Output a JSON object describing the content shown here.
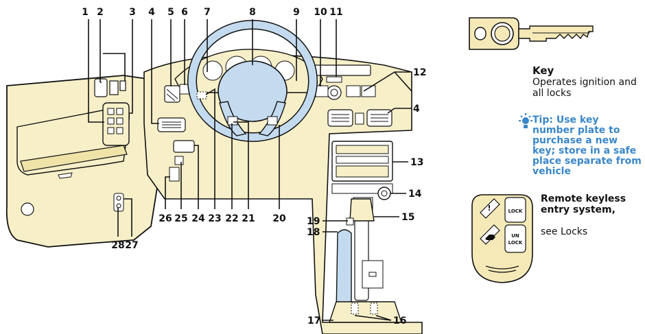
{
  "callouts": [
    "1",
    "2",
    "3",
    "4",
    "5",
    "6",
    "7",
    "8",
    "9",
    "10",
    "11",
    "12",
    "4",
    "13",
    "14",
    "15",
    "16",
    "17",
    "18",
    "19",
    "20",
    "21",
    "22",
    "23",
    "24",
    "25",
    "26",
    "27",
    "28"
  ],
  "key": {
    "heading": "Key",
    "description": "Operates ignition and all locks"
  },
  "tip": {
    "text": "Tip: Use key number plate to purchase a new key; store in a safe place separate from vehicle"
  },
  "remote": {
    "heading": "Remote keyless entry system,",
    "description": "see Locks",
    "lock_label": "LOCK",
    "unlock_label_1": "UN",
    "unlock_label_2": "LOCK",
    "panic_label": "!"
  },
  "colors": {
    "interior_fill": "#f7efc8",
    "line": "#111111",
    "accent": "#3a86c8",
    "steering_wheel": "#c4dbef",
    "key_fill": "#f5e9b8"
  }
}
